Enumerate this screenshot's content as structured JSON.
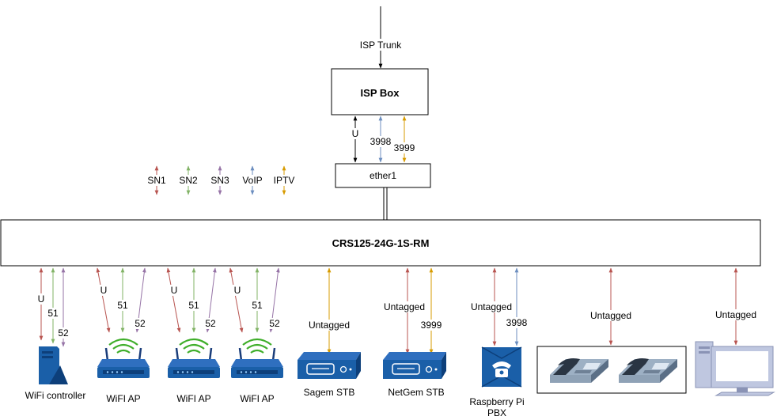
{
  "colors": {
    "sn1": "#b85450",
    "sn2": "#82b366",
    "sn3": "#9673a6",
    "voip": "#6c8ebf",
    "iptv": "#d79b00",
    "line": "#000000",
    "device_blue": "#1a5fa8",
    "router_wave": "#3fae2a"
  },
  "isp": {
    "trunk_label": "ISP Trunk",
    "box_label": "ISP Box",
    "u_label": "U",
    "voip_label": "3998",
    "iptv_label": "3999"
  },
  "ether1": {
    "label": "ether1"
  },
  "switch": {
    "label": "CRS125-24G-1S-RM"
  },
  "legend": [
    {
      "label": "SN1",
      "color": "#b85450"
    },
    {
      "label": "SN2",
      "color": "#82b366"
    },
    {
      "label": "SN3",
      "color": "#9673a6"
    },
    {
      "label": "VoIP",
      "color": "#6c8ebf"
    },
    {
      "label": "IPTV",
      "color": "#d79b00"
    }
  ],
  "vlan_labels": {
    "untagged_short": "U",
    "sn2": "51",
    "sn3": "52",
    "untagged": "Untagged",
    "voip": "3998",
    "iptv": "3999"
  },
  "devices": {
    "wifi_controller": "WiFi controller",
    "wifi_ap": "WiFI AP",
    "sagem": "Sagem STB",
    "netgem": "NetGem STB",
    "raspberry": [
      "Raspberry Pi",
      "PBX"
    ]
  }
}
